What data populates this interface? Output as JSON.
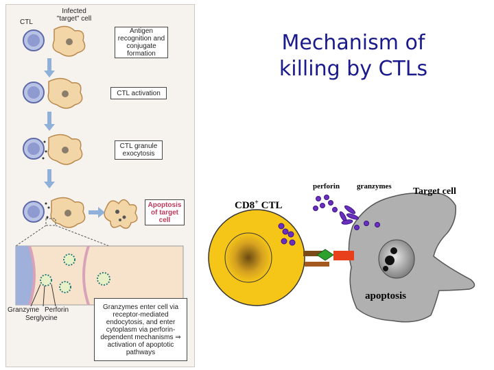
{
  "title": "Mechanism of killing by CTLs",
  "left_panel": {
    "ctl_label": "CTL",
    "infected_label": "Infected \"target\" cell",
    "steps": [
      "Antigen recognition and conjugate formation",
      "CTL activation",
      "CTL granule exocytosis",
      "Apoptosis of target cell"
    ],
    "inset_labels": {
      "granzyme": "Granzyme",
      "perforin": "Perforin",
      "serglycine": "Serglycine"
    },
    "inset_caption": "Granzymes enter cell via receptor-mediated endocytosis, and enter cytoplasm via perforin-dependent mechanisms ⇒ activation of apoptotic pathways"
  },
  "right_diagram": {
    "ctl_label": "CD8",
    "ctl_label_sup": "+",
    "ctl_label_suffix": " CTL",
    "perforin_label": "perforin",
    "granzymes_label": "granzymes",
    "target_label": "Target cell",
    "apoptosis_label": "apoptosis"
  },
  "colors": {
    "title": "#1a1a8c",
    "ctl_fill": "#f5c518",
    "target_fill": "#a9a9a9",
    "granule": "#6a2fbf",
    "apoptosis_text": "#c0385a"
  }
}
